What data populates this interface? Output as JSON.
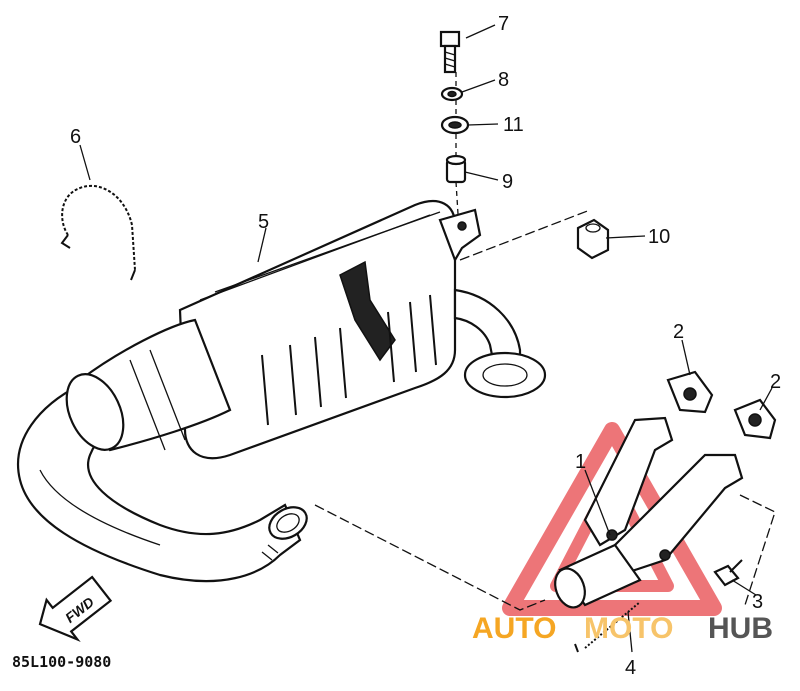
{
  "diagram": {
    "parts": [
      {
        "number": "1"
      },
      {
        "number": "2"
      },
      {
        "number": "2"
      },
      {
        "number": "3"
      },
      {
        "number": "4"
      },
      {
        "number": "5"
      },
      {
        "number": "6"
      },
      {
        "number": "7"
      },
      {
        "number": "8"
      },
      {
        "number": "9"
      },
      {
        "number": "10"
      },
      {
        "number": "11"
      }
    ],
    "drawing_code": "85L100-9080",
    "fwd_label": "FWD",
    "watermark": {
      "text_left": "AUTO",
      "text_middle": "MOTO",
      "text_right": "HUB",
      "colors": {
        "triangle": "#e8474c",
        "auto": "#f5a623",
        "moto": "#f7c46a",
        "hub": "#555555"
      }
    }
  }
}
